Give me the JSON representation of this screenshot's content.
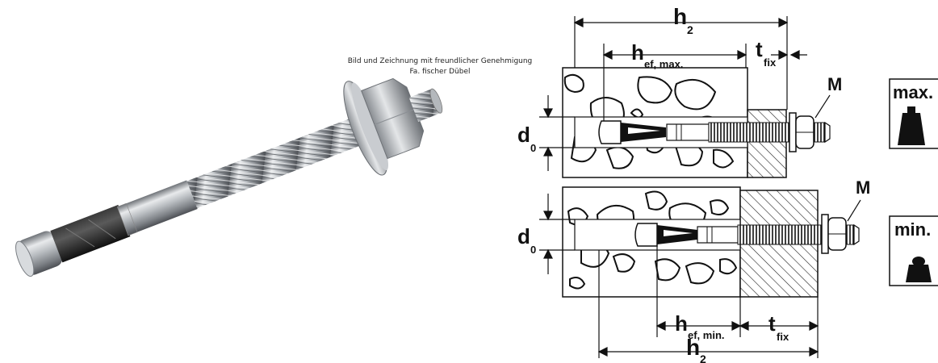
{
  "caption": {
    "line1": "Bild und Zeichnung mit freundlicher Genehmigung",
    "line2": "Fa. fischer Dübel"
  },
  "top_diagram": {
    "h2": {
      "main": "h",
      "sub": "2"
    },
    "hef": {
      "main": "h",
      "sub": "ef, max."
    },
    "tfix": {
      "main": "t",
      "sub": "fix"
    },
    "d0": {
      "main": "d",
      "sub": "0"
    },
    "m_label": "M"
  },
  "bottom_diagram": {
    "h2": {
      "main": "h",
      "sub": "2"
    },
    "hef": {
      "main": "h",
      "sub": "ef, min."
    },
    "tfix": {
      "main": "t",
      "sub": "fix"
    },
    "d0": {
      "main": "d",
      "sub": "0"
    },
    "m_label": "M"
  },
  "legend_boxes": {
    "max_label": "max.",
    "min_label": "min."
  }
}
